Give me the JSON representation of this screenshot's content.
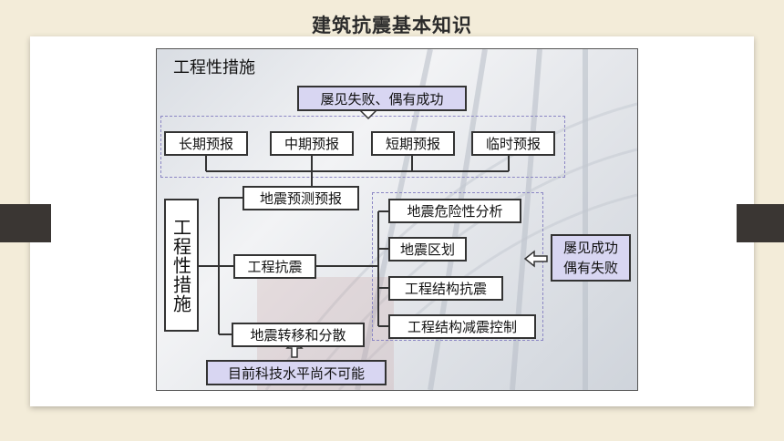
{
  "slide": {
    "title": "建筑抗震基本知识"
  },
  "diagram": {
    "title": "工程性措施",
    "top_box": "屡见失败、偶有成功",
    "forecast_types": [
      "长期预报",
      "中期预报",
      "短期预报",
      "临时预报"
    ],
    "vertical_label": "工程性措施",
    "branches": [
      "地震预测预报",
      "工程抗震",
      "地震转移和分散"
    ],
    "sub_items": [
      "地震危险性分析",
      "地震区划",
      "工程结构抗震",
      "工程结构减震控制"
    ],
    "right_note": [
      "屡见成功",
      "偶有失败"
    ],
    "bottom_note": "目前科技水平尚不可能"
  }
}
